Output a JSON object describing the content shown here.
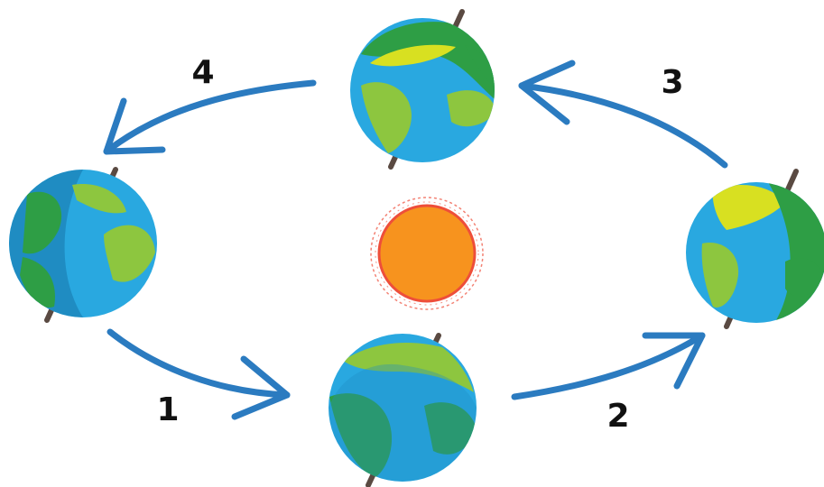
{
  "diagram": {
    "center": {
      "name": "sun-icon",
      "color_core": "#f7931e",
      "color_rim": "#ee4e3a"
    },
    "earth_colors": {
      "ocean": "#29a8e0",
      "ocean_shade": "#1f8cc2",
      "land": "#8dc63f",
      "land_dark": "#2e9e45",
      "ice": "#d8e021",
      "axis": "#5a4a42"
    },
    "arrow_color": "#2b7bc0",
    "steps": [
      {
        "id": "1",
        "label": "1"
      },
      {
        "id": "2",
        "label": "2"
      },
      {
        "id": "3",
        "label": "3"
      },
      {
        "id": "4",
        "label": "4"
      }
    ]
  }
}
